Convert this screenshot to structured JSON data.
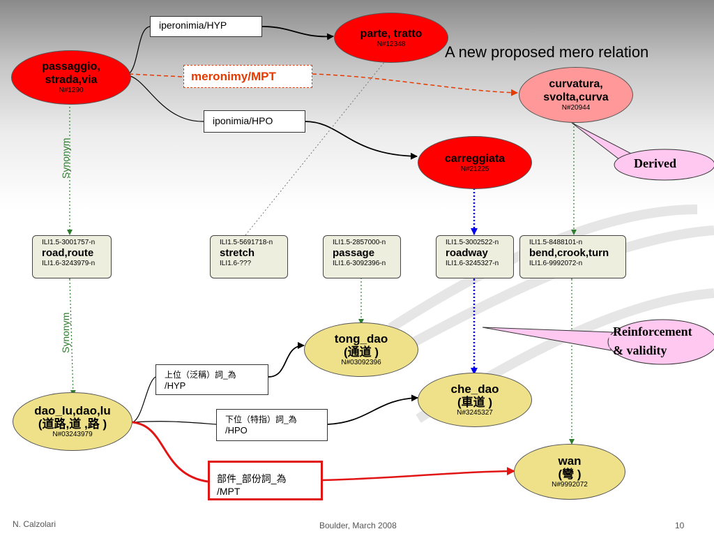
{
  "slide": {
    "heading": "A new proposed mero relation",
    "footer_left": "N. Calzolari",
    "footer_center": "Boulder, March 2008",
    "footer_right": "10"
  },
  "italian_nodes": {
    "passaggio": {
      "line1": "passaggio,",
      "line2": "strada,via",
      "code": "N#1290"
    },
    "parte": {
      "label": "parte, tratto",
      "code": "N#12348"
    },
    "curvatura": {
      "line1": "curvatura,",
      "line2": "svolta,curva",
      "code": "N#20944"
    },
    "carreggiata": {
      "label": "carreggiata",
      "code": "N#21225"
    }
  },
  "relations": {
    "hyp_it": "iperonimia/HYP",
    "hpo_it": "iponimia/HPO",
    "mpt_it": "meronimy/MPT",
    "hyp_zh_line1": "上位（泛稱）詞_為",
    "hyp_zh_line2": "/HYP",
    "hpo_zh_line1": "下位（特指）詞_為",
    "hpo_zh_line2": "/HPO",
    "mpt_zh_line1": "部件_部份詞_為",
    "mpt_zh_line2": "/MPT"
  },
  "synonym_labels": {
    "upper": "Synonym",
    "lower": "Synonym"
  },
  "ili_boxes": [
    {
      "top": "ILI1.5-3001757-n",
      "word": "road,route",
      "bottom": "ILI1.6-3243979-n"
    },
    {
      "top": "ILI1.5-5691718-n",
      "word": "stretch",
      "bottom": "ILI1.6-???"
    },
    {
      "top": "ILI1.5-2857000-n",
      "word": "passage",
      "bottom": "ILI1.6-3092396-n"
    },
    {
      "top": "ILI1.5-3002522-n",
      "word": "roadway",
      "bottom": "ILI1.6-3245327-n"
    },
    {
      "top": "ILI1.5-8488101-n",
      "word": "bend,crook,turn",
      "bottom": "ILI1.6-9992072-n"
    }
  ],
  "chinese_nodes": {
    "daolu": {
      "line1": "dao_lu,dao,lu",
      "line2": "(道路,道 ,路  )",
      "code": "N#03243979"
    },
    "tongdao": {
      "line1": "tong_dao",
      "line2": "(通道 )",
      "code": "N#03092396"
    },
    "chedao": {
      "line1": "che_dao",
      "line2": "(車道 )",
      "code": "N#3245327"
    },
    "wan": {
      "line1": "wan",
      "line2": "(彎 )",
      "code": "N#9992072"
    }
  },
  "callouts": {
    "derived": "Derived",
    "reinforcement_line1": "Reinforcement",
    "reinforcement_line2": "&  validity"
  },
  "colors": {
    "red_node": "#ff0000",
    "pink_node": "#ff9999",
    "yellow_node": "#eee18a",
    "ili_box": "#eeeedf",
    "callout": "#ffc8f0",
    "synonym_green": "#2e7d2e",
    "mpt_red": "#e53a00",
    "link_blue": "#0000ee"
  }
}
